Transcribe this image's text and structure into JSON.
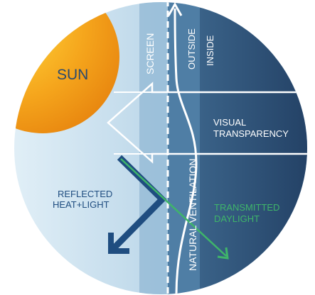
{
  "diagram": {
    "sun_label": "SUN",
    "screen_label": "SCREEN",
    "outside_label": "OUTSIDE",
    "inside_label": "INSIDE",
    "visual_transparency_line1": "VISUAL",
    "visual_transparency_line2": "TRANSPARENCY",
    "reflected_line1": "REFLECTED",
    "reflected_line2": "HEAT+LIGHT",
    "transmitted_line1": "TRANSMITTED",
    "transmitted_line2": "DAYLIGHT",
    "natural_ventilation_label": "NATURAL VENTILATION"
  },
  "colors": {
    "sun": "#f2a31b",
    "sky_light": "#dcecf5",
    "sky_mid": "#9fc4dd",
    "inside_dark": "#2a4a6e",
    "reflected_arrow": "#1f4d80",
    "transmitted_arrow": "#3fb56a",
    "white": "#ffffff"
  }
}
